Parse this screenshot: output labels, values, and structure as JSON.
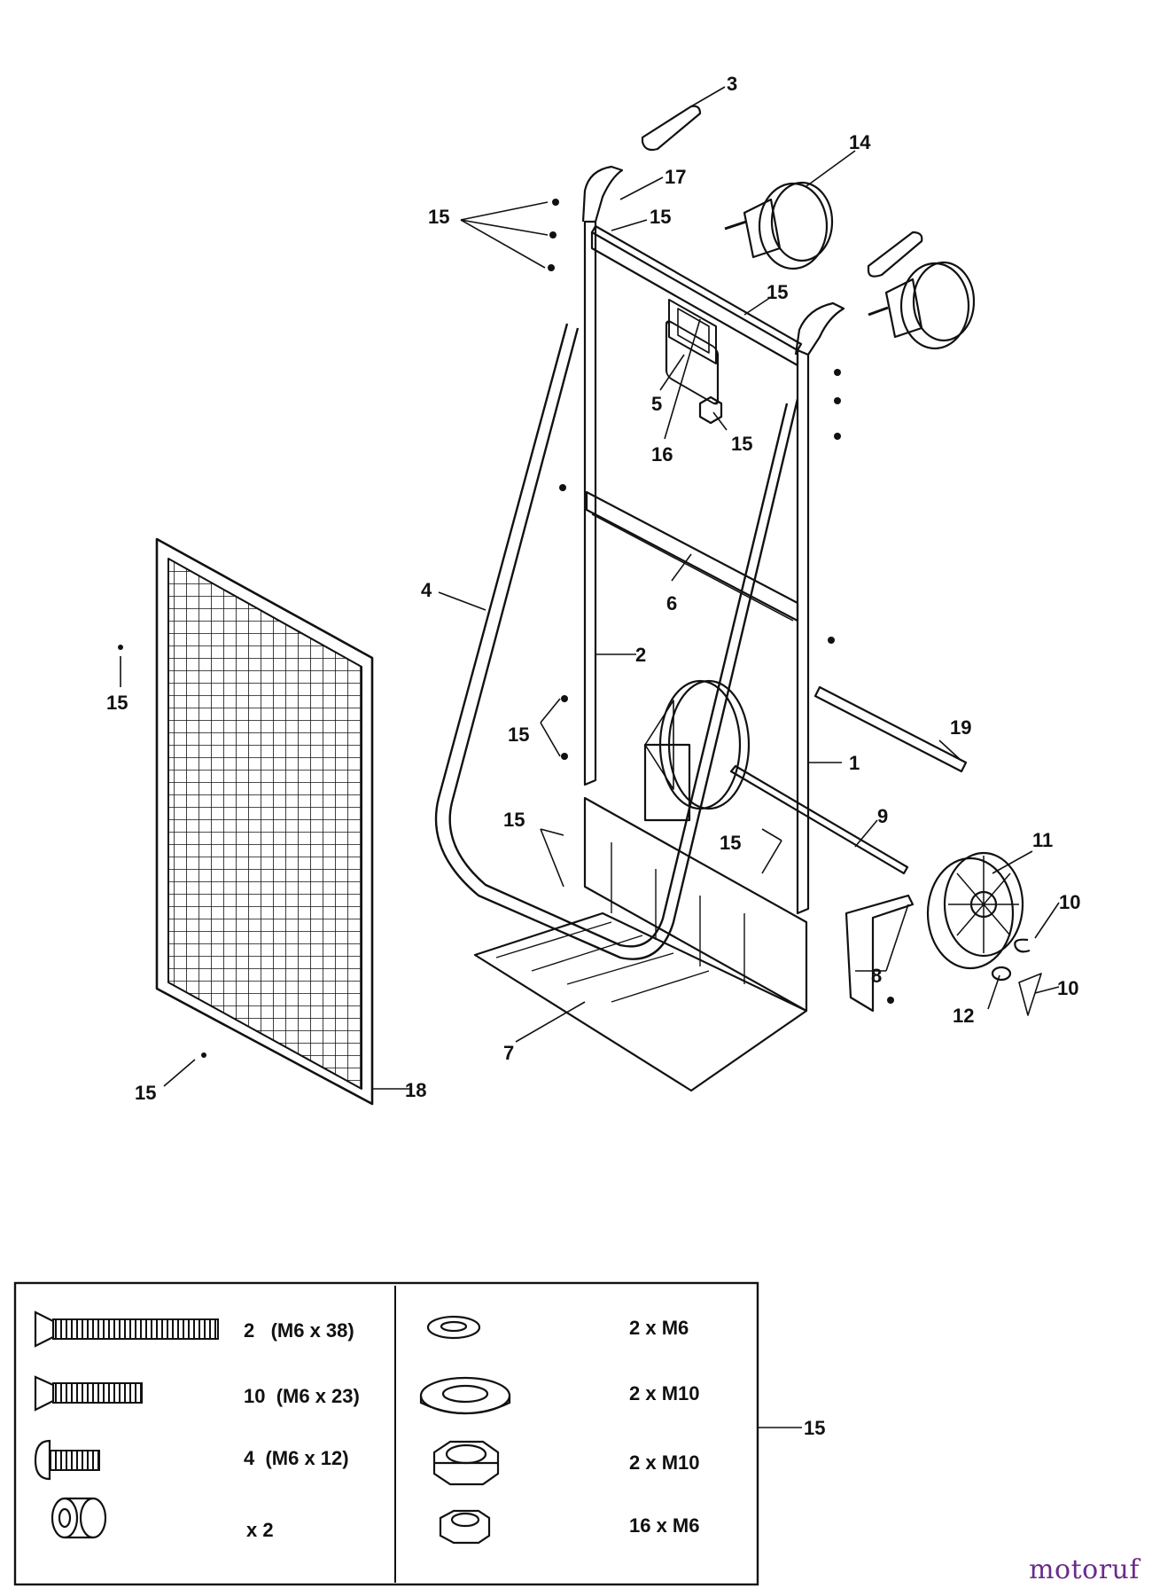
{
  "callouts": [
    {
      "id": "c3",
      "text": "3"
    },
    {
      "id": "c14",
      "text": "14"
    },
    {
      "id": "c17",
      "text": "17"
    },
    {
      "id": "c15a",
      "text": "15"
    },
    {
      "id": "c15b",
      "text": "15"
    },
    {
      "id": "c15c",
      "text": "15"
    },
    {
      "id": "c5",
      "text": "5"
    },
    {
      "id": "c16",
      "text": "16"
    },
    {
      "id": "c15d",
      "text": "15"
    },
    {
      "id": "c6",
      "text": "6"
    },
    {
      "id": "c4",
      "text": "4"
    },
    {
      "id": "c2",
      "text": "2"
    },
    {
      "id": "c15e",
      "text": "15"
    },
    {
      "id": "c15f",
      "text": "15"
    },
    {
      "id": "c19",
      "text": "19"
    },
    {
      "id": "c1",
      "text": "1"
    },
    {
      "id": "c15g",
      "text": "15"
    },
    {
      "id": "c9",
      "text": "9"
    },
    {
      "id": "c15h",
      "text": "15"
    },
    {
      "id": "c11",
      "text": "11"
    },
    {
      "id": "c10a",
      "text": "10"
    },
    {
      "id": "c8",
      "text": "8"
    },
    {
      "id": "c10b",
      "text": "10"
    },
    {
      "id": "c12",
      "text": "12"
    },
    {
      "id": "c7",
      "text": "7"
    },
    {
      "id": "c15i",
      "text": "15"
    },
    {
      "id": "c18",
      "text": "18"
    }
  ],
  "hardware_kit": {
    "ref": "15",
    "left_items": [
      {
        "icon": "long-countersunk-screw-icon",
        "label": "2   (M6 x 38)"
      },
      {
        "icon": "countersunk-screw-icon",
        "label": "10  (M6 x 23)"
      },
      {
        "icon": "round-head-screw-icon",
        "label": "4  (M6 x 12)"
      },
      {
        "icon": "spacer-sleeve-icon",
        "label": "x 2"
      }
    ],
    "right_items": [
      {
        "icon": "small-washer-icon",
        "label": "2 x M6"
      },
      {
        "icon": "large-washer-icon",
        "label": "2 x M10"
      },
      {
        "icon": "hex-nut-large-icon",
        "label": "2 x M10"
      },
      {
        "icon": "hex-nut-small-icon",
        "label": "16 x M6"
      }
    ]
  },
  "watermark": "motoruf"
}
